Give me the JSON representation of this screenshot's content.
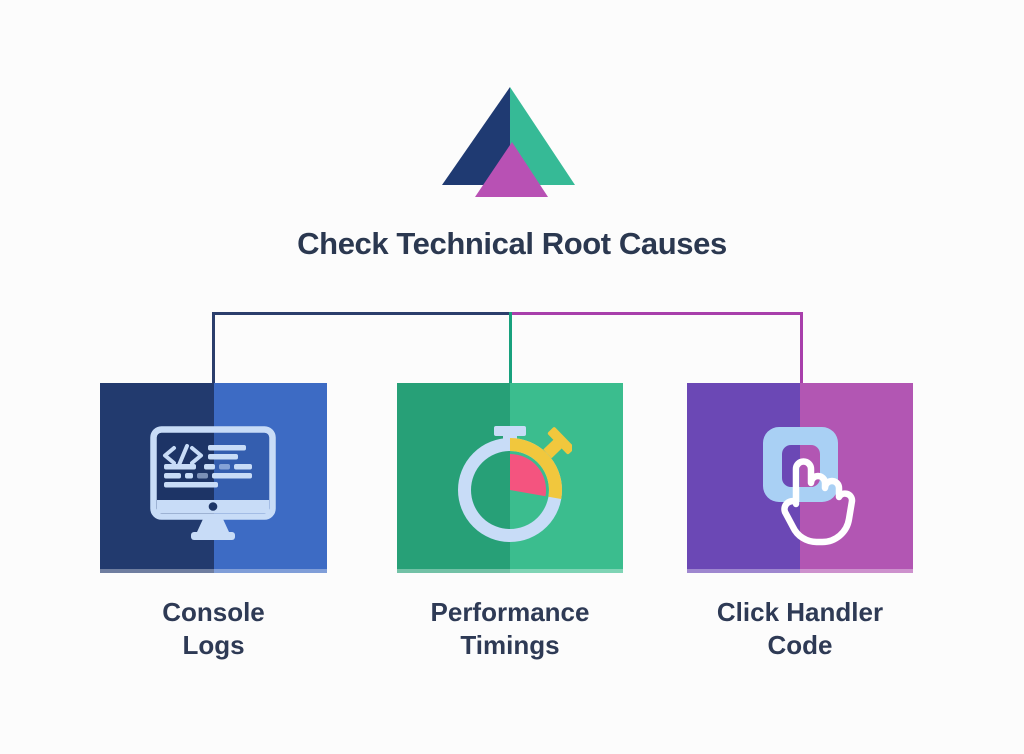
{
  "page": {
    "background_color": "#fcfcfc"
  },
  "logo": {
    "name": "triangle-logo",
    "left_color": "#1f3a72",
    "right_color": "#36ba96",
    "inner_color": "#b851b4"
  },
  "title": {
    "text": "Check Technical Root Causes",
    "color": "#2b3850"
  },
  "connector": {
    "left_branch_color": "#2b3e6c",
    "middle_branch_color": "#18a17d",
    "right_branch_color": "#a83fab"
  },
  "nodes": [
    {
      "id": "console-logs",
      "label": [
        "Console",
        "Logs"
      ],
      "color_left": "#223a6e",
      "color_right": "#3d6bc4",
      "icon": "monitor-code-icon"
    },
    {
      "id": "performance-timings",
      "label": [
        "Performance",
        "Timings"
      ],
      "color_left": "#27a077",
      "color_right": "#3bbd8e",
      "icon": "stopwatch-icon"
    },
    {
      "id": "click-handler-code",
      "label": [
        "Click Handler",
        "Code"
      ],
      "color_left": "#6b48b5",
      "color_right": "#b256b3",
      "icon": "tap-hand-icon"
    }
  ],
  "label_color": "#2e3a55",
  "icon_colors": {
    "light_blue": "#c8dcf7",
    "sky_blue": "#a9d0f4",
    "yellow": "#f1c73d",
    "pink": "#f4547f",
    "white": "#ffffff",
    "dark_navy": "#1d3566"
  }
}
